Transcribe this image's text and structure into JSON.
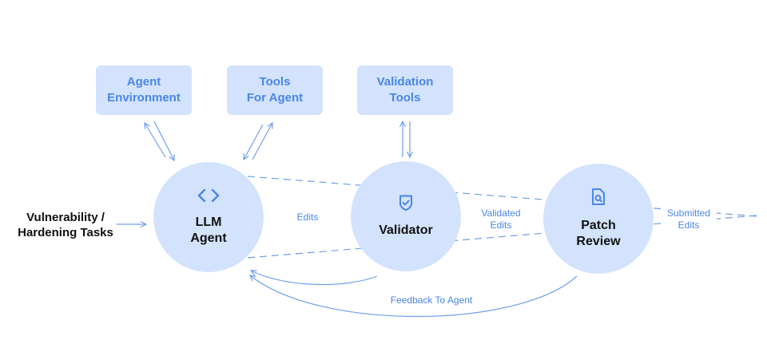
{
  "boxes": {
    "agent_env": [
      "Agent",
      "Environment"
    ],
    "tools_for_agent": [
      "Tools",
      "For Agent"
    ],
    "validation_tools": [
      "Validation",
      "Tools"
    ]
  },
  "nodes": {
    "llm_agent": [
      "LLM",
      "Agent"
    ],
    "validator": [
      "Validator"
    ],
    "patch_review": [
      "Patch",
      "Review"
    ]
  },
  "input": [
    "Vulnerability /",
    "Hardening Tasks"
  ],
  "edge_labels": {
    "edits": "Edits",
    "validated_edits": [
      "Validated",
      "Edits"
    ],
    "submitted_edits": [
      "Submitted",
      "Edits"
    ],
    "feedback": "Feedback To Agent"
  },
  "icons": {
    "llm_agent": "code-icon",
    "validator": "shield-check-icon",
    "patch_review": "document-search-icon"
  },
  "colors": {
    "fill": "#d3e3fd",
    "accent": "#4a86e8",
    "text": "#111111"
  }
}
